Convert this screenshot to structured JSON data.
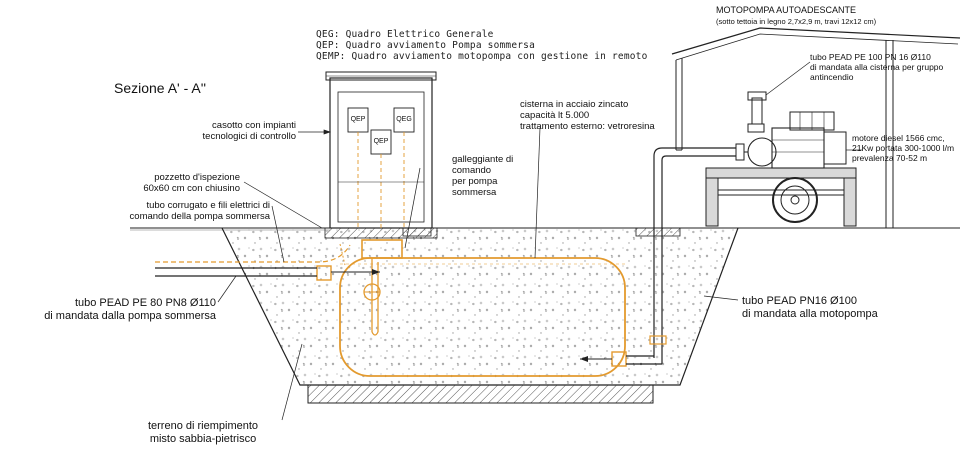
{
  "section_title": "Sezione A' - A''",
  "legend": [
    "QEG: Quadro Elettrico Generale",
    "QEP: Quadro avviamento Pompa sommersa",
    "QEMP: Quadro avviamento motopompa con gestione in remoto"
  ],
  "panels": {
    "qep_upper": "QEP",
    "qeg": "QEG",
    "qep_lower": "QEP"
  },
  "motopump_header": {
    "title": "MOTOPOMPA AUTOADESCANTE",
    "subtitle": "(sotto tettoia in legno 2,7x2,9 m, travi 12x12 cm)"
  },
  "labels": {
    "casotto": [
      "casotto con impianti",
      "tecnologici di controllo"
    ],
    "pozzetto": [
      "pozzetto d'ispezione",
      "60x60 cm con chiusino"
    ],
    "tubo_corrugato": [
      "tubo corrugato e fili elettrici di",
      "comando della pompa sommersa"
    ],
    "galleggiante": [
      "galleggiante di",
      "comando",
      "per pompa",
      "sommersa"
    ],
    "cisterna": [
      "cisterna in acciaio zincato",
      "capacità lt 5.000",
      "trattamento esterno: vetroresina"
    ],
    "tubo_pead_top": [
      "tubo  PEAD  PE 100 PN 16 Ø110",
      "di mandata alla cisterna per gruppo",
      "antincendio"
    ],
    "motore": [
      "motore diesel 1566 cmc,",
      "21Kw portata 300-1000 l/m",
      "prevalenza 70-52 m"
    ],
    "tubo_pead_left": [
      "tubo  PEAD  PE 80 PN8 Ø110",
      "di mandata dalla pompa sommersa"
    ],
    "tubo_pead_right": [
      "tubo  PEAD  PN16 Ø100",
      "di mandata alla motopompa"
    ],
    "terreno": [
      "terreno di riempimento",
      "misto sabbia-pietrisco"
    ]
  },
  "colors": {
    "line": "#1a1a1a",
    "tank": "#e39a2e",
    "gravel": "#777777",
    "hatch": "#555555",
    "fill_grey": "#d9d9d9"
  }
}
